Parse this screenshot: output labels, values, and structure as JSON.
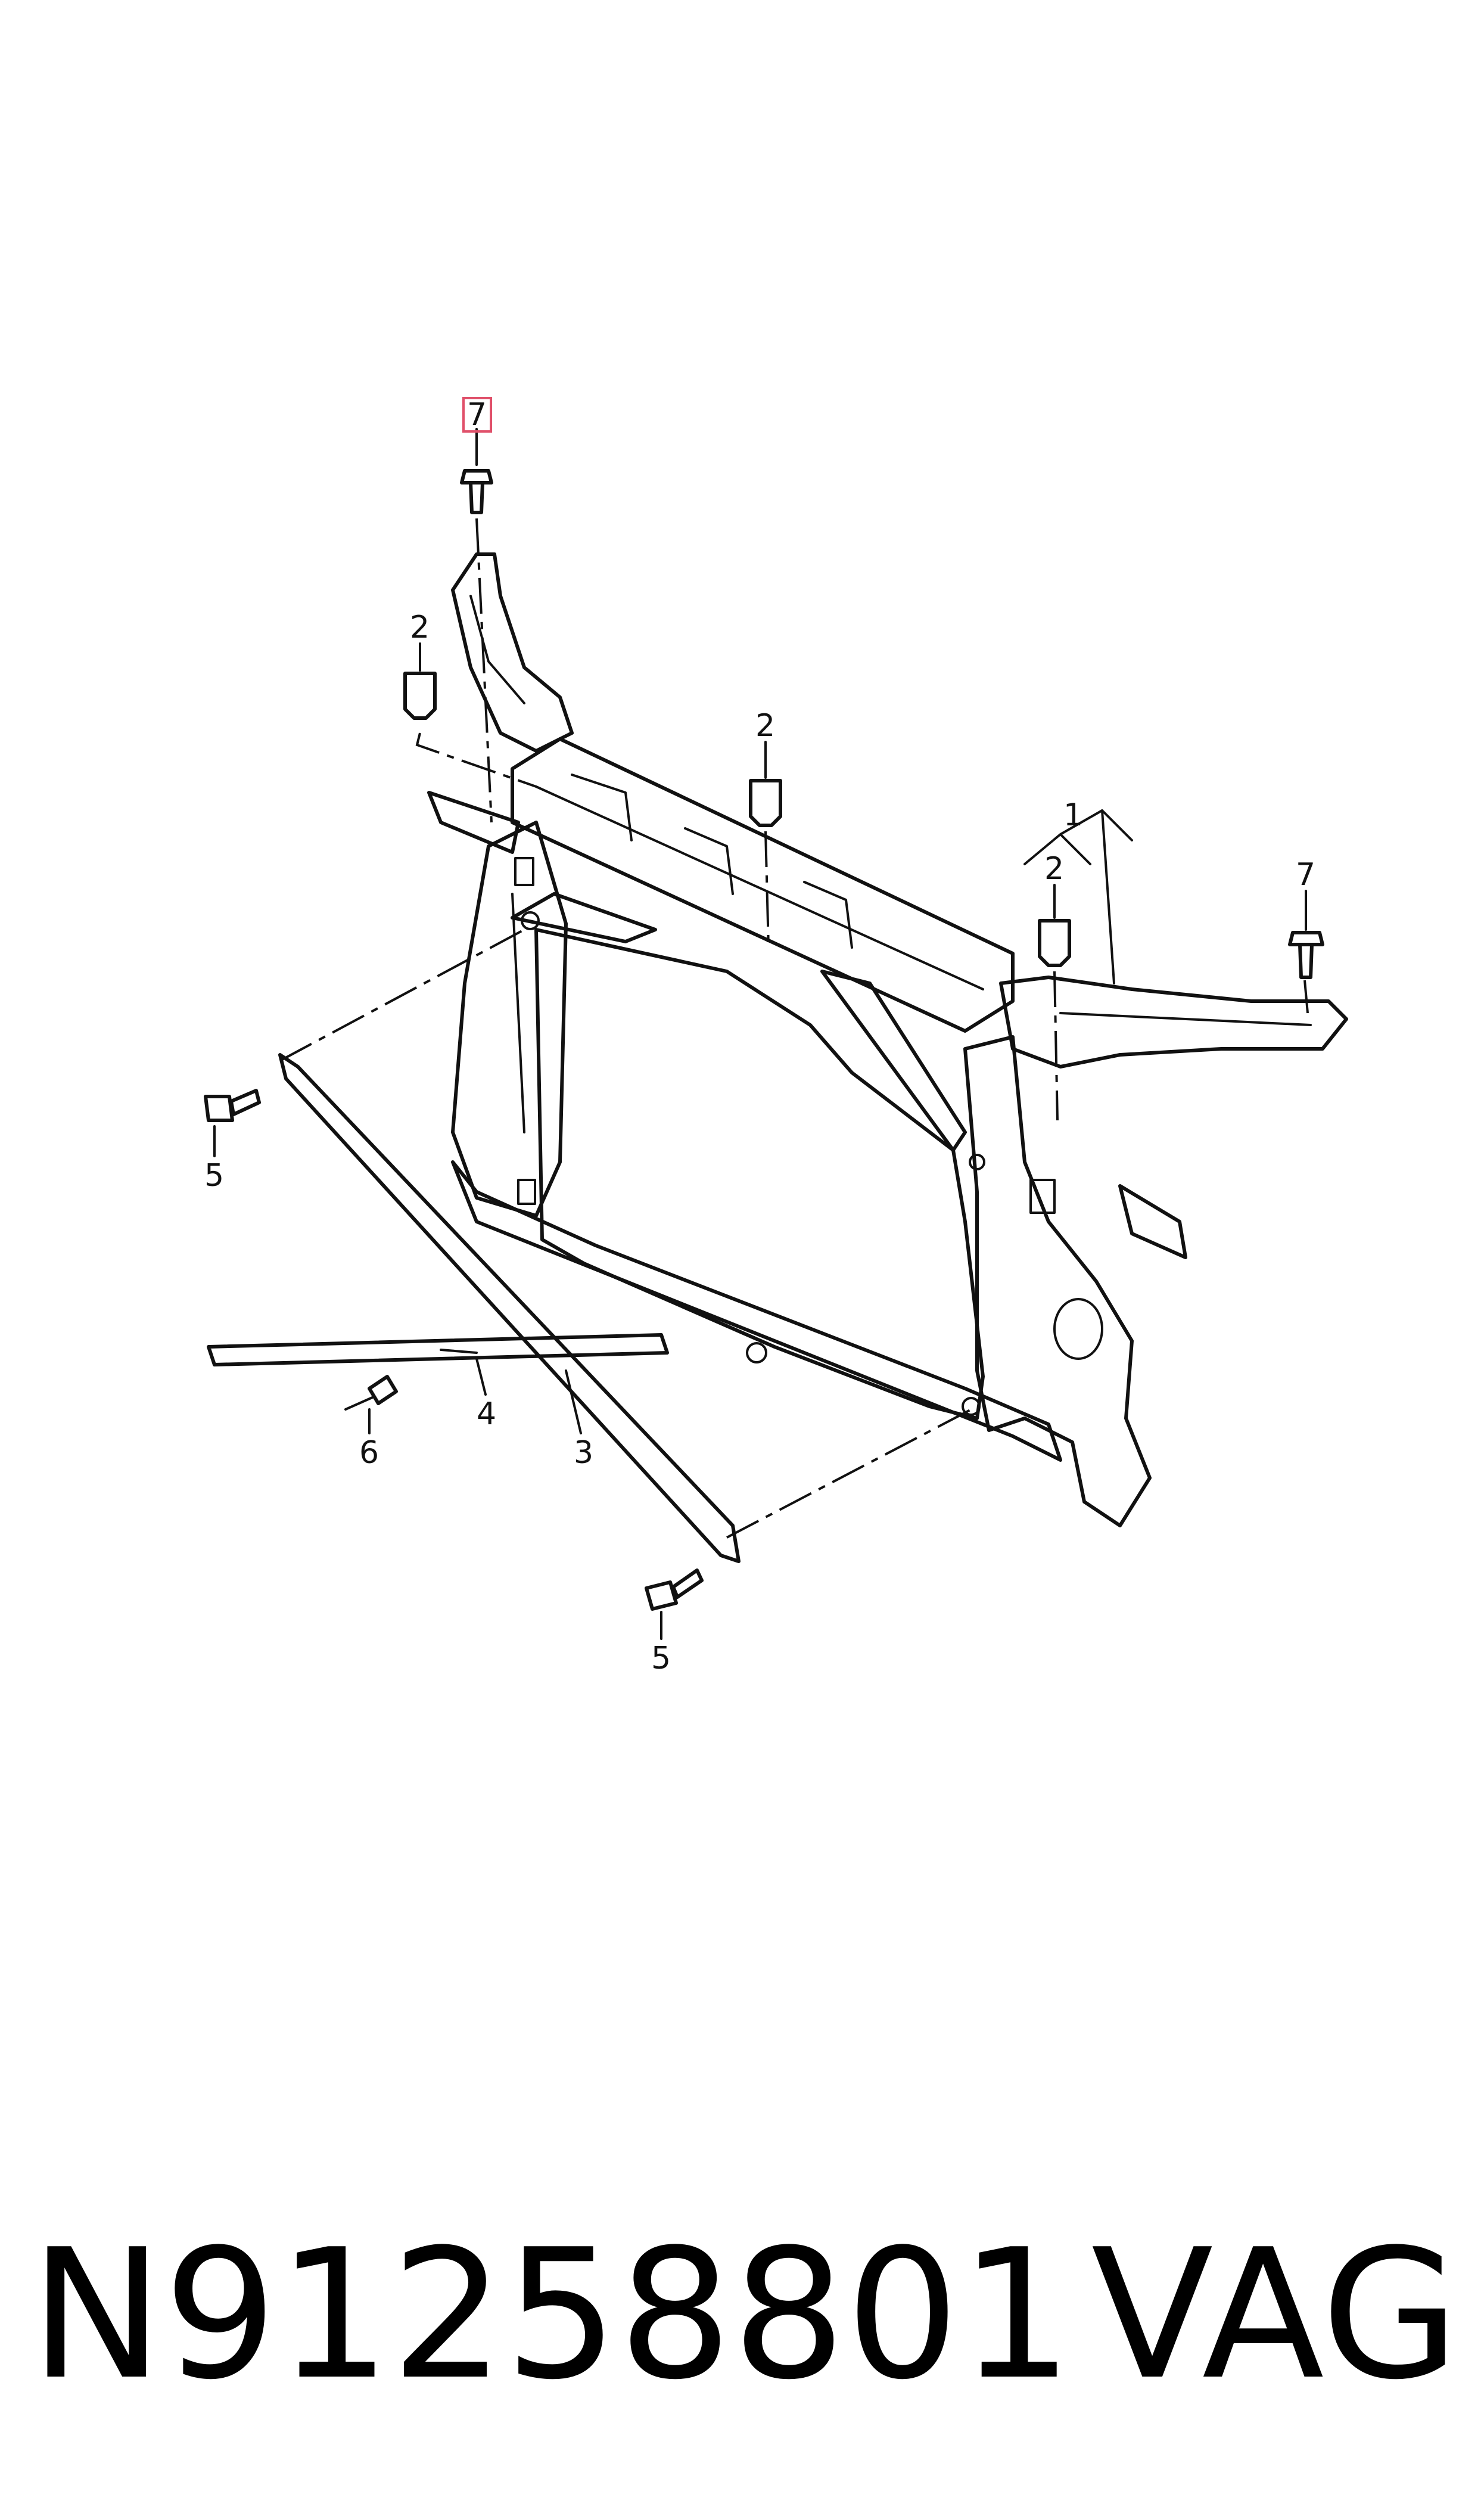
{
  "diagram": {
    "callouts": [
      {
        "id": "c1",
        "label": "1"
      },
      {
        "id": "c2a",
        "label": "2"
      },
      {
        "id": "c2b",
        "label": "2"
      },
      {
        "id": "c2c",
        "label": "2"
      },
      {
        "id": "c3",
        "label": "3"
      },
      {
        "id": "c4",
        "label": "4"
      },
      {
        "id": "c5a",
        "label": "5"
      },
      {
        "id": "c5b",
        "label": "5"
      },
      {
        "id": "c6",
        "label": "6"
      },
      {
        "id": "c7a",
        "label": "7",
        "highlighted": true
      },
      {
        "id": "c7b",
        "label": "7"
      }
    ],
    "highlight_color": "#e0506a"
  },
  "footer": {
    "part_number": "N91258801",
    "brand": "VAG"
  }
}
